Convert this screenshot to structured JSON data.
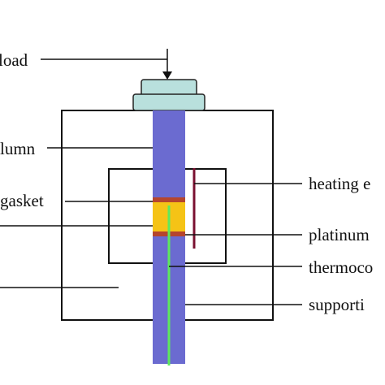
{
  "labels": {
    "load": "load",
    "column": "lumn",
    "gasket": "gasket",
    "heating": "heating e",
    "platinum": "platinum",
    "thermocouple": "thermoco",
    "supporting": "supporti"
  },
  "colors": {
    "column": "#6b6bd0",
    "cap": "#b9e0dd",
    "gasket_band": "#b5452e",
    "sample": "#f5c316",
    "heater": "#7a1030",
    "thermocouple": "#5ee85e",
    "outline": "#111111"
  }
}
